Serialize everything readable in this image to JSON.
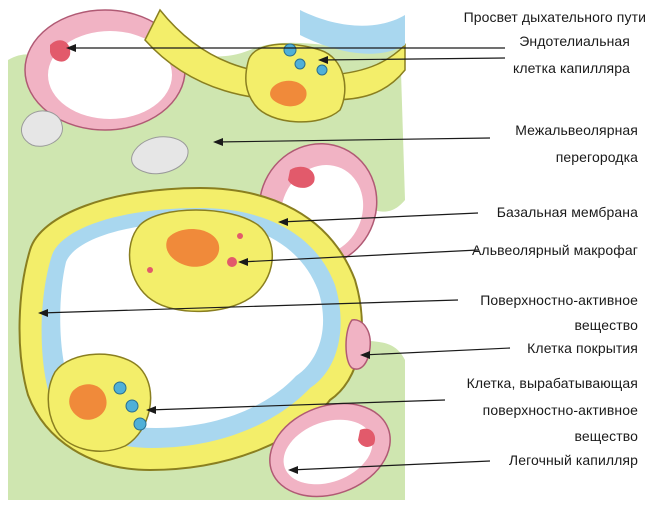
{
  "labels": {
    "airway_lumen": "Просвет дыхательного пути",
    "endothelial_l1": "Эндотелиальная",
    "endothelial_l2": "клетка капилляра",
    "septum_l1": "Межальвеолярная",
    "septum_l2": "перегородка",
    "basal_membrane": "Базальная мембрана",
    "macrophage": "Альвеолярный макрофаг",
    "surfactant_l1": "Поверхностно-активное",
    "surfactant_l2": "вещество",
    "covering_cell": "Клетка покрытия",
    "secreting_l1": "Клетка, вырабатывающая",
    "secreting_l2": "поверхностно-активное",
    "secreting_l3": "вещество",
    "capillary": "Легочный капилляр"
  },
  "colors": {
    "tissue_green": "#cfe6b0",
    "alveolar_blue": "#a9d7ef",
    "epithelium_yellow": "#f3ee6a",
    "capillary_pink": "#f1b3c4",
    "nucleus_orange": "#f08a3a",
    "blood_red": "#e25a6b"
  }
}
